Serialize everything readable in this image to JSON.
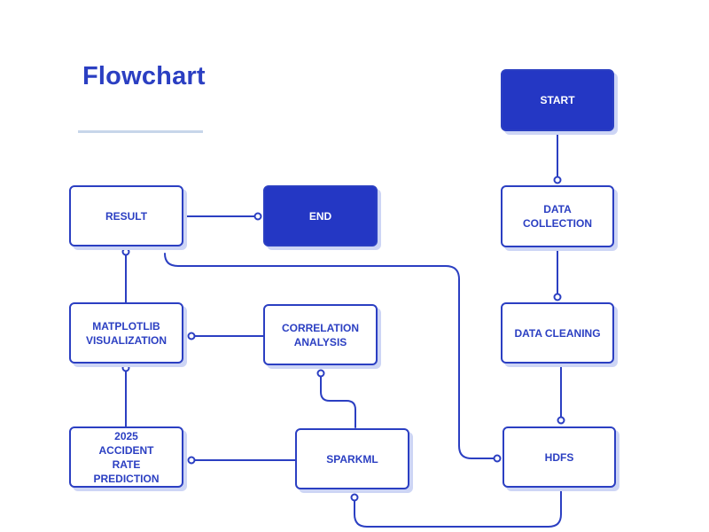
{
  "title": "Flowchart",
  "nodes": {
    "start": "START",
    "data_collection": "DATA\nCOLLECTION",
    "data_cleaning": "DATA CLEANING",
    "hdfs": "HDFS",
    "sparkml": "SPARKML",
    "accident_prediction": "2025\nACCIDENT\nRATE\nPREDICTION",
    "correlation_analysis": "CORRELATION\nANALYSIS",
    "matplotlib_visualization": "MATPLOTLIB\nVISUALIZATION",
    "result": "RESULT",
    "end": "END"
  },
  "colors": {
    "accent": "#2b3fc2",
    "filled": "#2437c4",
    "shadow": "#cdd5f5",
    "rule": "#c7d6ea"
  }
}
